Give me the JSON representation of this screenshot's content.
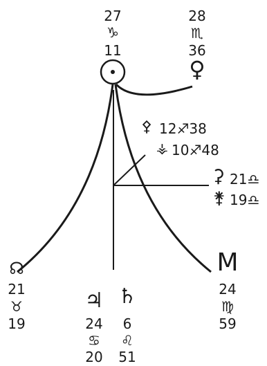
{
  "colors": {
    "ink": "#1a1a1a",
    "background": "#ffffff"
  },
  "points": {
    "mc": {
      "degree": "27",
      "sign": "♑",
      "minute": "11",
      "sign_icon": "capricorn-icon"
    },
    "venus_top": {
      "degree": "28",
      "sign": "♏",
      "minute": "36",
      "icon": "venus-icon"
    },
    "sun": {
      "icon": "sun-icon"
    },
    "node": {
      "glyph": "☊",
      "degree": "21",
      "sign": "♉",
      "minute": "19",
      "icon": "north-node-icon"
    },
    "asc": {
      "glyph": "M",
      "degree": "24",
      "sign": "♍",
      "minute": "59"
    },
    "jupiter": {
      "glyph": "♃",
      "degree": "24",
      "sign": "♋",
      "minute": "20",
      "icon": "jupiter-icon"
    },
    "saturn": {
      "glyph": "♄",
      "degree": "6",
      "sign": "♌",
      "minute": "51",
      "icon": "saturn-icon"
    },
    "aspect_1": {
      "glyph": "⚴",
      "text": "12♐38"
    },
    "aspect_2": {
      "glyph": "⚶",
      "text": "10♐48"
    },
    "right_1": {
      "glyph": "⚳",
      "text": "21♎"
    },
    "right_2": {
      "glyph": "⚵",
      "text": "19♎"
    }
  }
}
